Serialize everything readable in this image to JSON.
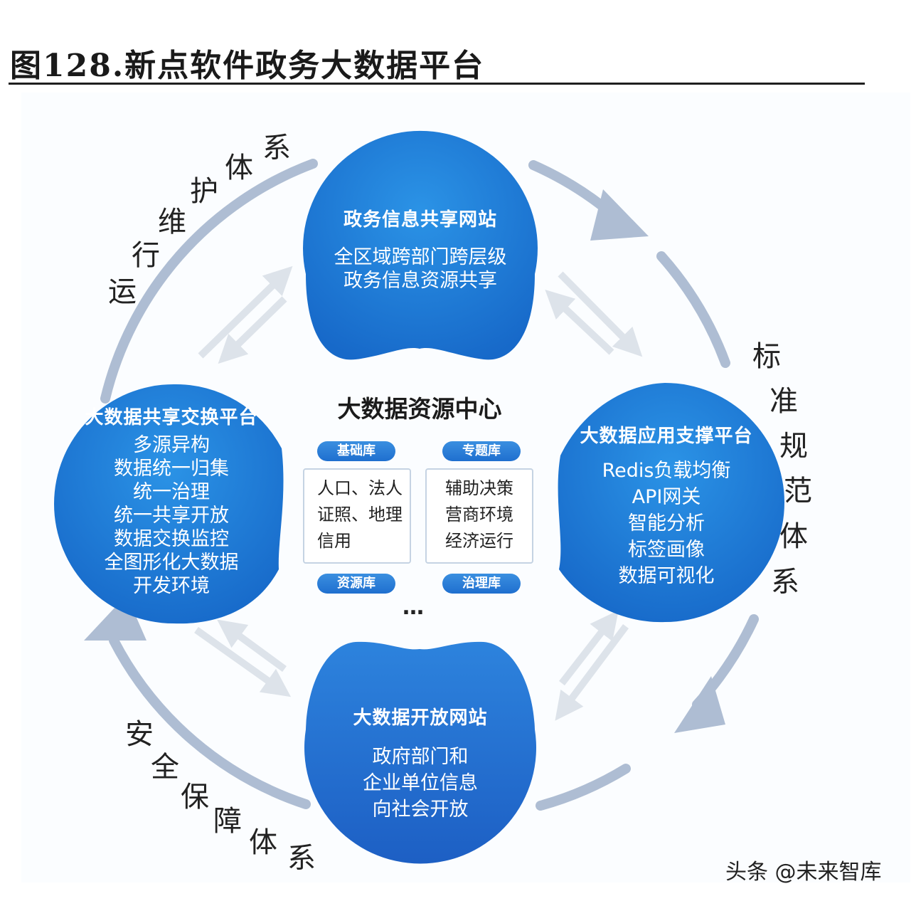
{
  "title": "图128.新点软件政务大数据平台",
  "ring": {
    "top_left": [
      "运",
      "行",
      "维",
      "护",
      "体",
      "系"
    ],
    "right": [
      "标",
      "准",
      "规",
      "范",
      "体",
      "系"
    ],
    "bottom_left": [
      "安",
      "全",
      "保",
      "障",
      "体",
      "系"
    ]
  },
  "nodes": {
    "top": {
      "title": "政务信息共享网站",
      "lines": [
        "全区域跨部门跨层级",
        "政务信息资源共享"
      ]
    },
    "left": {
      "title": "大数据共享交换平台",
      "lines": [
        "多源异构",
        "数据统一归集",
        "统一治理",
        "统一共享开放",
        "数据交换监控",
        "全图形化大数据",
        "开发环境"
      ]
    },
    "right": {
      "title": "大数据应用支撑平台",
      "lines": [
        "Redis负载均衡",
        "API网关",
        "智能分析",
        "标签画像",
        "数据可视化"
      ]
    },
    "bottom": {
      "title": "大数据开放网站",
      "lines": [
        "政府部门和",
        "企业单位信息",
        "向社会开放"
      ]
    }
  },
  "center": {
    "title": "大数据资源中心",
    "tags": {
      "base": "基础库",
      "topic": "专题库",
      "resource": "资源库",
      "governance": "治理库"
    },
    "base_box": [
      "人口、法人",
      "证照、地理",
      "信用"
    ],
    "topic_box": [
      "辅助决策",
      "营商环境",
      "经济运行"
    ],
    "more": "…"
  },
  "watermark": "头条 @未来智库",
  "colors": {
    "node_blue": "#1f7fd8",
    "ring_gray": "#aebdd3",
    "inner_arrow": "#dde3ea"
  }
}
